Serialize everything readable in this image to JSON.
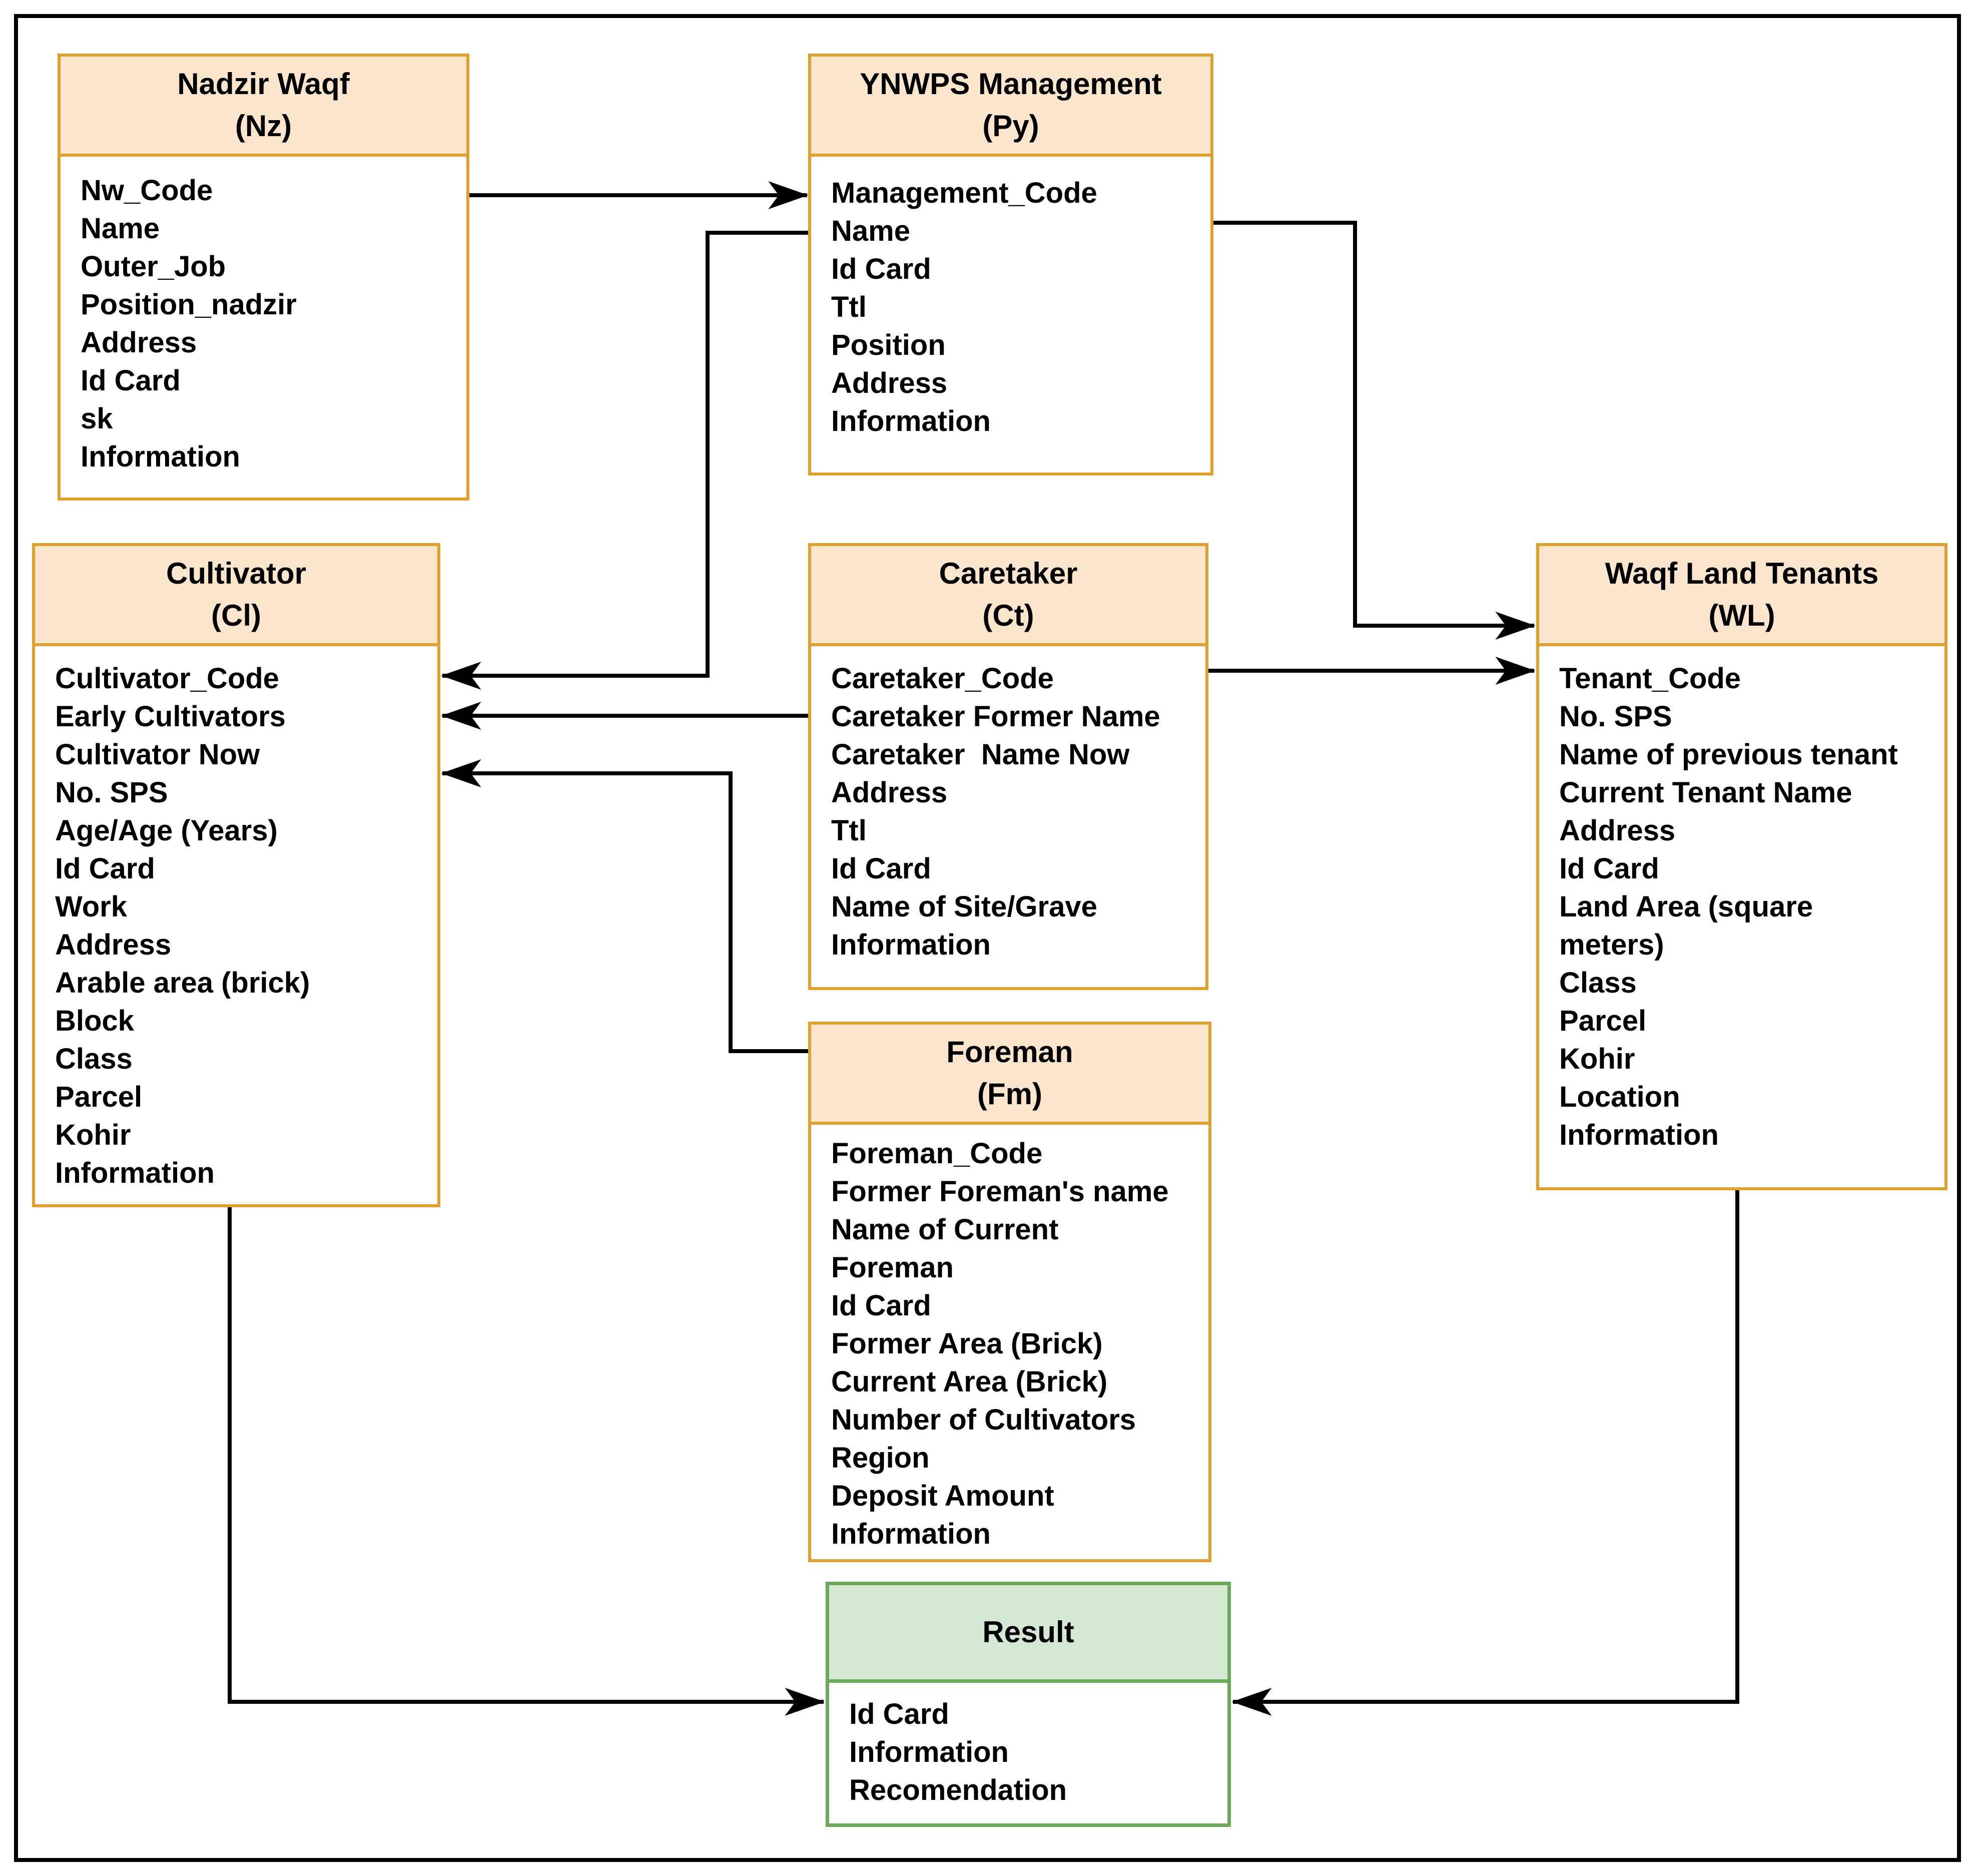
{
  "colors": {
    "entity_border": "#E0A030",
    "entity_header_fill": "#FCE5CD",
    "result_border": "#6CA85A",
    "result_header_fill": "#D5E8D4",
    "connector": "#000000",
    "text": "#000000",
    "background": "#FFFFFF"
  },
  "entities": [
    {
      "name": "Nadzir Waqf",
      "code": "(Nz)",
      "fields": [
        "Nw_Code",
        "Name",
        "Outer_Job",
        "Position_nadzir",
        "Address",
        "Id Card",
        "sk",
        "Information"
      ]
    },
    {
      "name": "YNWPS Management",
      "code": "(Py)",
      "fields": [
        "Management_Code",
        "Name",
        "Id Card",
        "Ttl",
        "Position",
        "Address",
        "Information"
      ]
    },
    {
      "name": "Cultivator",
      "code": "(Cl)",
      "fields": [
        "Cultivator_Code",
        "Early Cultivators",
        "Cultivator Now",
        "No. SPS",
        "Age/Age (Years)",
        "Id Card",
        "Work",
        "Address",
        "Arable area (brick)",
        "Block",
        "Class",
        "Parcel",
        "Kohir",
        "Information"
      ]
    },
    {
      "name": "Caretaker",
      "code": "(Ct)",
      "fields": [
        "Caretaker_Code",
        "Caretaker Former Name",
        "Caretaker  Name Now",
        "Address",
        "Ttl",
        "Id Card",
        "Name of Site/Grave",
        "Information"
      ]
    },
    {
      "name": "Waqf Land Tenants",
      "code": "(WL)",
      "fields": [
        "Tenant_Code",
        "No. SPS",
        "Name of previous tenant",
        "Current Tenant Name",
        "Address",
        "Id Card",
        "Land Area (square meters)",
        "Class",
        "Parcel",
        "Kohir",
        "Location",
        "Information"
      ]
    },
    {
      "name": "Foreman",
      "code": "(Fm)",
      "fields": [
        "Foreman_Code",
        "Former Foreman's name",
        "Name of Current Foreman",
        "Id Card",
        "Former Area (Brick)",
        "Current Area (Brick)",
        "Number of Cultivators",
        "Region",
        "Deposit Amount",
        "Information"
      ]
    },
    {
      "name": "Result",
      "code": "",
      "fields": [
        "Id Card",
        "Information",
        "Recomendation"
      ]
    }
  ],
  "connections": [
    {
      "from": "Nadzir Waqf",
      "to": "YNWPS Management"
    },
    {
      "from": "YNWPS Management",
      "to": "Cultivator"
    },
    {
      "from": "YNWPS Management",
      "to": "Waqf Land Tenants"
    },
    {
      "from": "Caretaker",
      "to": "Waqf Land Tenants"
    },
    {
      "from": "Caretaker",
      "to": "Cultivator"
    },
    {
      "from": "Foreman",
      "to": "Cultivator"
    },
    {
      "from": "Cultivator",
      "to": "Result"
    },
    {
      "from": "Waqf Land Tenants",
      "to": "Result"
    }
  ]
}
